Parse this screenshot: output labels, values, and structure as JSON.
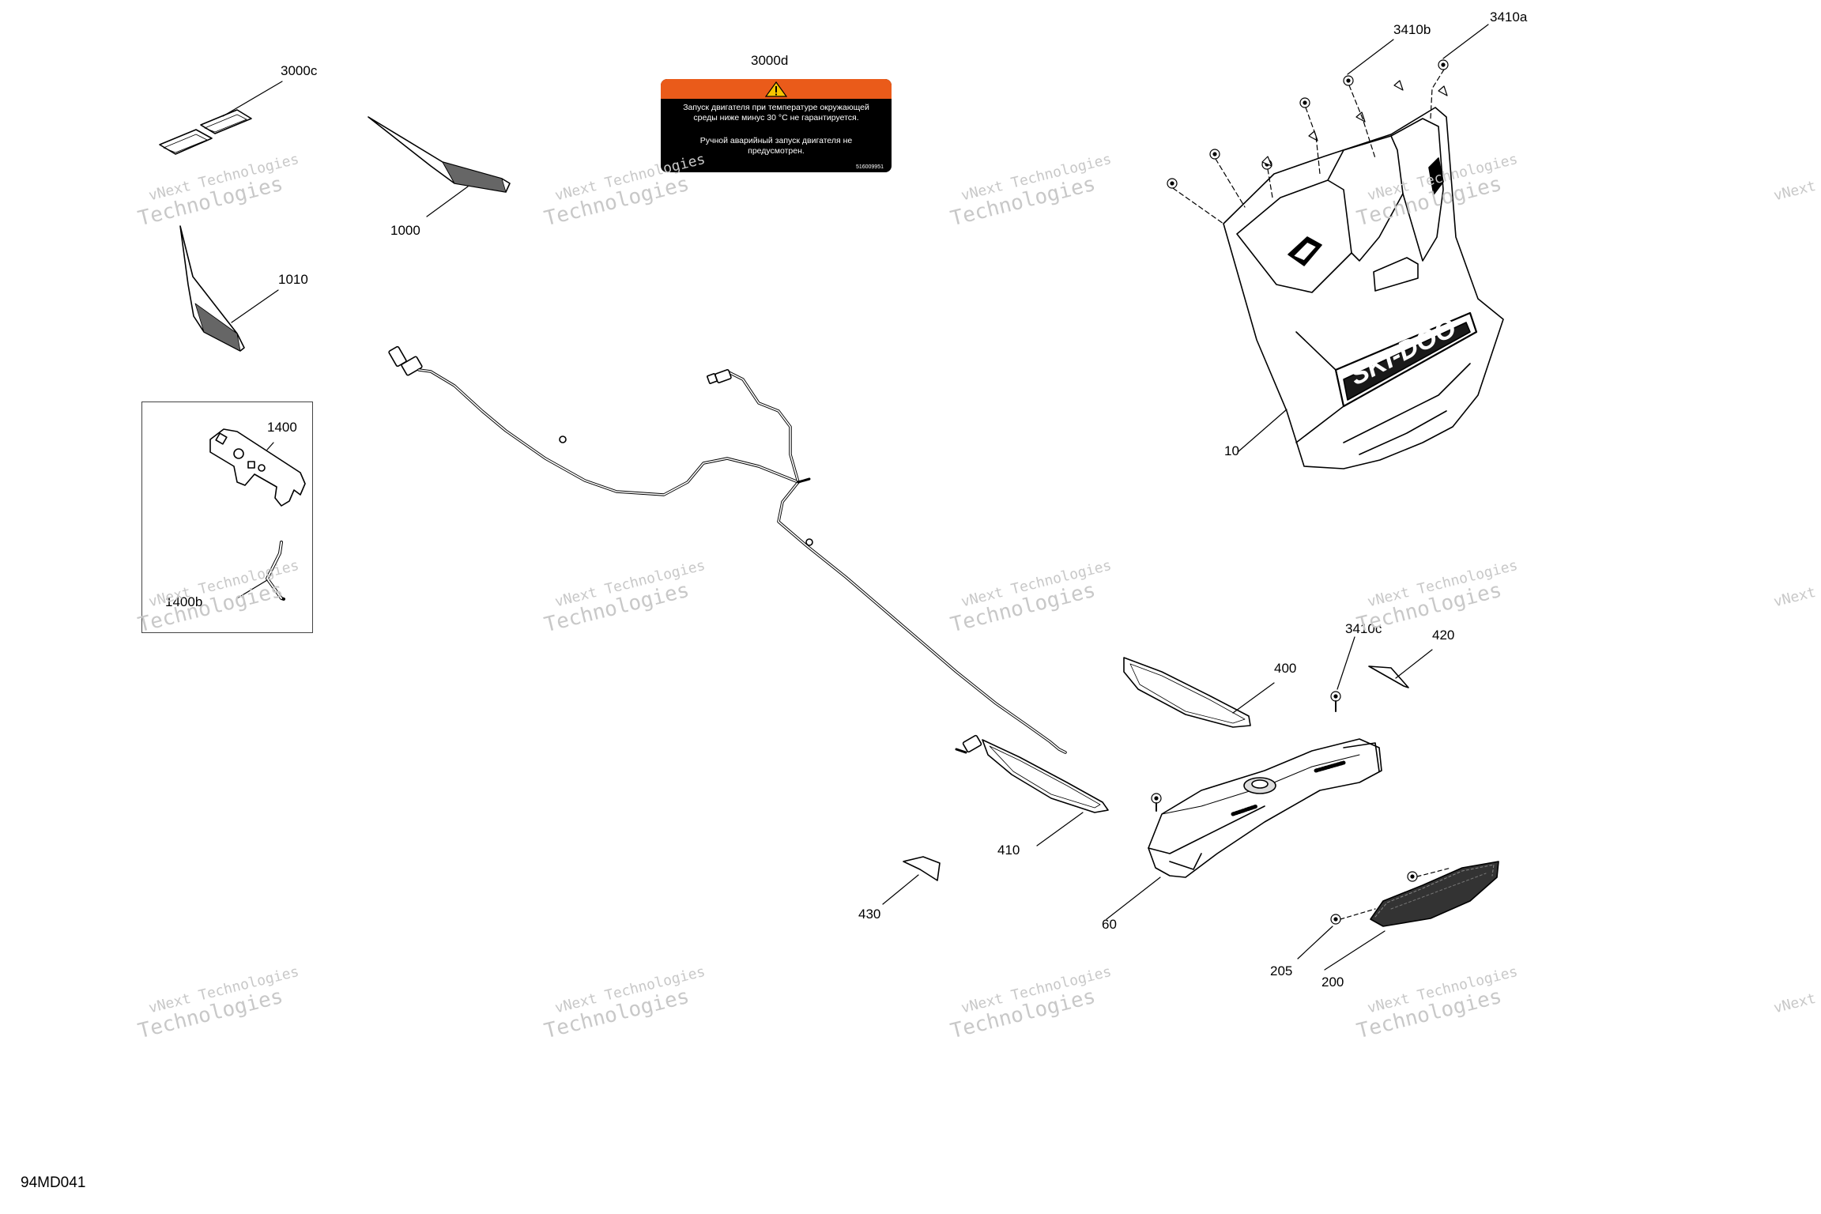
{
  "diagram_id": "94MD041",
  "callouts": {
    "c3000c": "3000c",
    "c3000d": "3000d",
    "c1000": "1000",
    "c1010": "1010",
    "c1400": "1400",
    "c1400b": "1400b",
    "c3410b": "3410b",
    "c3410a": "3410a",
    "c10": "10",
    "c3410c": "3410c",
    "c420": "420",
    "c400": "400",
    "c410": "410",
    "c430": "430",
    "c60": "60",
    "c205": "205",
    "c200": "200"
  },
  "warning_label": {
    "line1": "Запуск двигателя при температуре окружающей",
    "line2": "среды ниже минус 30 °С не гарантируется.",
    "line3": "Ручной аварийный запуск двигателя не",
    "line4": "предусмотрен.",
    "code": "516009951",
    "band_color": "#ea5b1a"
  },
  "watermark": {
    "line1": "vNext Technologies",
    "line2": "Technologies"
  },
  "brand_logo_text": "SKI-DOO"
}
